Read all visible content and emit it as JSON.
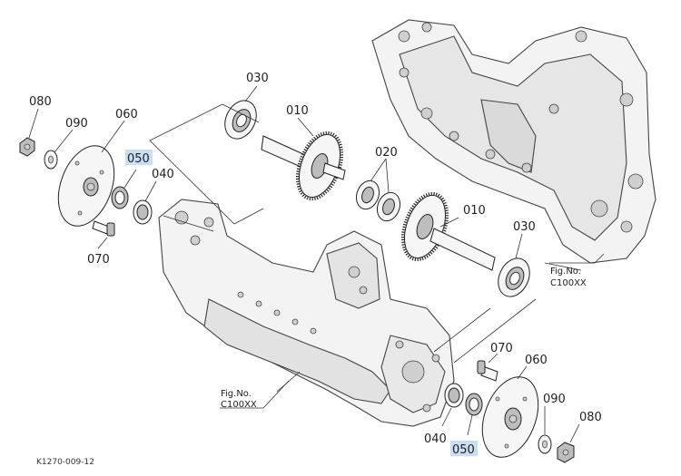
{
  "labels": {
    "p080_left": "080",
    "p090_left": "090",
    "p060_left": "060",
    "p050_left": "050",
    "p040_left": "040",
    "p070_left": "070",
    "p030_top": "030",
    "p010_top": "010",
    "p020": "020",
    "p010_mid": "010",
    "p030_mid": "030",
    "p070_right": "070",
    "p060_right": "060",
    "p090_right": "090",
    "p080_right": "080",
    "p040_right": "040",
    "p050_right": "050"
  },
  "references": {
    "right_top_line1": "Fig.No.",
    "right_top_line2": "C100XX",
    "left_bottom_line1": "Fig.No.",
    "left_bottom_line2": "C100XX"
  },
  "document_code": "K1270-009-12",
  "highlight_color": "#c9ddf3"
}
